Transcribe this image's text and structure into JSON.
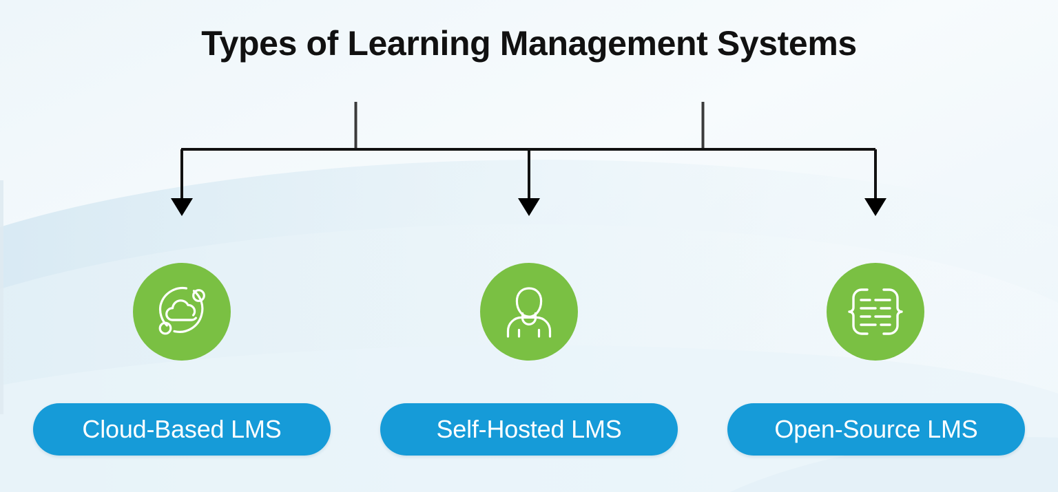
{
  "title": "Types of Learning Management Systems",
  "theme": {
    "background": "#f2f8fb",
    "wave": "#dceaf2",
    "icon_circle": "#7ac043",
    "pill": "#169bd8",
    "pill_text": "#ffffff",
    "connector": "#111111",
    "title_color": "#111111"
  },
  "branches": [
    {
      "id": "cloud-based",
      "icon": "cloud-network-icon",
      "label": "Cloud-Based LMS"
    },
    {
      "id": "self-hosted",
      "icon": "user-person-icon",
      "label": "Self-Hosted LMS"
    },
    {
      "id": "open-source",
      "icon": "code-braces-icon",
      "label": "Open-Source LMS"
    }
  ],
  "chart_data": {
    "type": "diagram",
    "title": "Types of Learning Management Systems",
    "structure": "one-to-many tree: a single root bus splits into three downward arrows",
    "nodes": [
      {
        "label": "Cloud-Based LMS",
        "icon": "cloud-network-icon"
      },
      {
        "label": "Self-Hosted LMS",
        "icon": "user-person-icon"
      },
      {
        "label": "Open-Source LMS",
        "icon": "code-braces-icon"
      }
    ]
  }
}
